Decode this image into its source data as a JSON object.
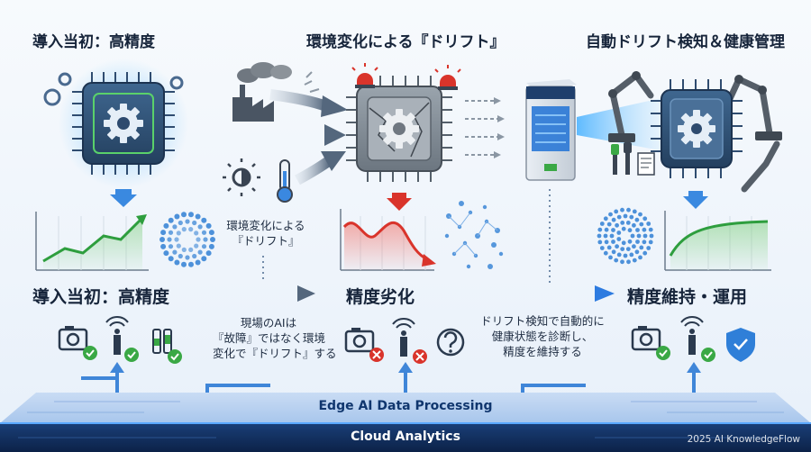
{
  "titles": {
    "left": "導入当初：高精度",
    "middle": "環境変化による『ドリフト』",
    "right": "自動ドリフト検知＆健康管理"
  },
  "drift_note": {
    "line1": "環境変化による",
    "line2": "『ドリフト』"
  },
  "stages": {
    "left": "導入当初：高精度",
    "middle": "精度劣化",
    "right": "精度維持・運用"
  },
  "notes": {
    "middle": [
      "現場のAIは",
      "『故障』ではなく環境",
      "変化で『ドリフト』する"
    ],
    "right": [
      "ドリフト検知で自動的に",
      "健康状態を診断し、",
      "精度を維持する"
    ]
  },
  "bands": {
    "edge": "Edge AI Data Processing",
    "cloud": "Cloud Analytics"
  },
  "footer": "2025 AI KnowledgeFlow",
  "colors": {
    "navy": "#16243a",
    "accent_blue": "#2f7fd8",
    "good_green": "#3aa845",
    "alert_red": "#d9342b",
    "chip_bg": "#2d4a6e",
    "band_dark": "#0f2a55"
  },
  "icons": [
    "gear-icon",
    "chip-icon",
    "factory-icon",
    "sun-icon",
    "thermometer-icon",
    "alarm-icon",
    "server-icon",
    "robot-arm-icon",
    "camera-icon",
    "sensor-icon",
    "check-icon",
    "cross-icon",
    "question-icon",
    "shield-icon",
    "dial-icon"
  ]
}
